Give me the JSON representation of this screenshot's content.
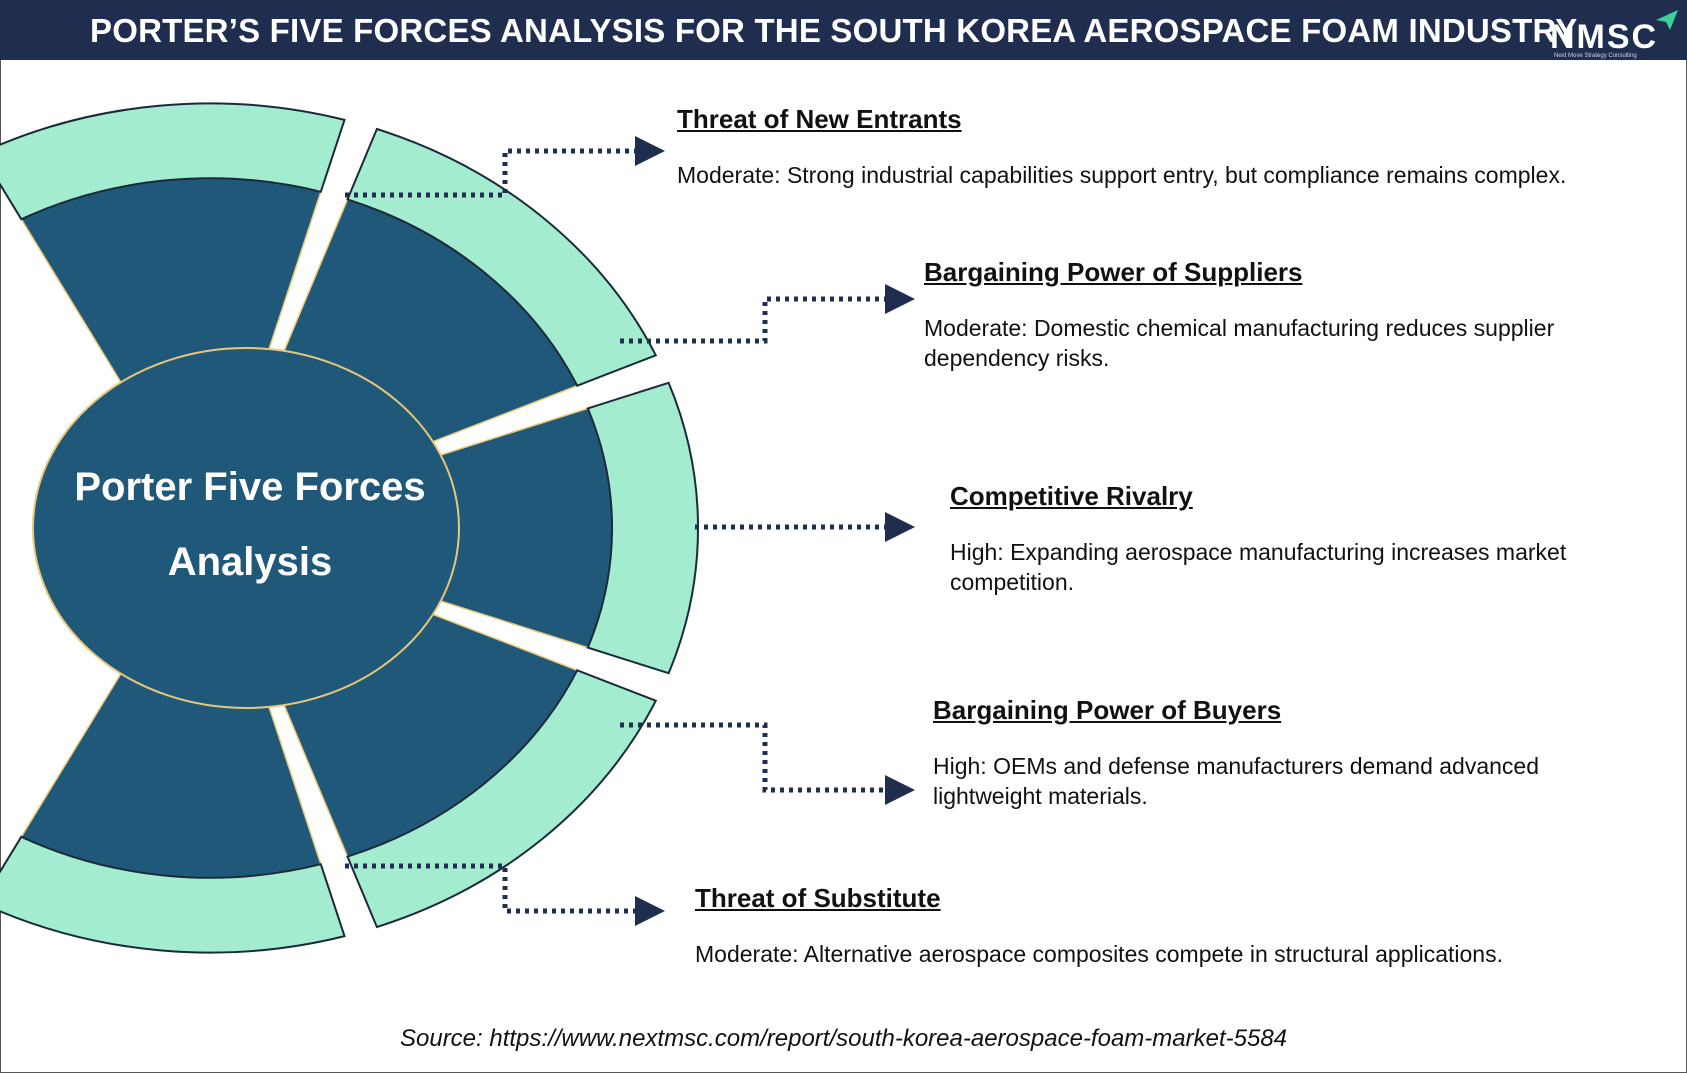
{
  "header": {
    "title": "PORTER’S FIVE FORCES ANALYSIS FOR THE SOUTH KOREA AEROSPACE FOAM INDUSTRY"
  },
  "logo": {
    "text": "NMSC",
    "tagline": "Next Move Strategy Consulting"
  },
  "center": {
    "line1": "Porter Five Forces",
    "line2": "Analysis"
  },
  "forces": [
    {
      "title": "Threat of New Entrants",
      "description": "Moderate: Strong industrial capabilities support entry, but compliance remains complex."
    },
    {
      "title": "Bargaining Power of Suppliers",
      "description": "Moderate: Domestic chemical manufacturing reduces supplier dependency risks."
    },
    {
      "title": "Competitive Rivalry",
      "description": "High: Expanding aerospace manufacturing increases market competition."
    },
    {
      "title": "Bargaining Power of Buyers",
      "description": "High: OEMs and defense manufacturers demand advanced lightweight materials."
    },
    {
      "title": "Threat of Substitute",
      "description": "Moderate: Alternative aerospace composites compete in structural applications."
    }
  ],
  "source": "Source: https://www.nextmsc.com/report/south-korea-aerospace-foam-market-5584",
  "colors": {
    "header_bg": "#1f2d4e",
    "dark_teal": "#1f5878",
    "light_mint": "#a3ecd0",
    "connector": "#1f2d4e"
  }
}
